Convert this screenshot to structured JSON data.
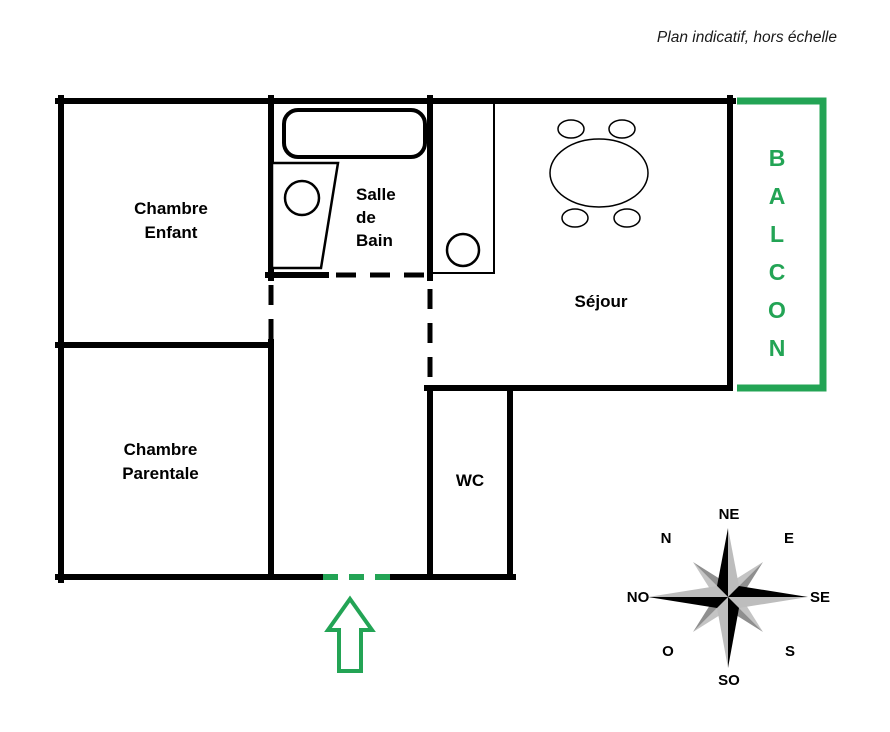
{
  "title": "Plan indicatif, hors échelle",
  "colors": {
    "accent_green": "#23a455",
    "wall_black": "#000000",
    "compass_gray_light": "#c4c4c4",
    "compass_gray_dark": "#8f8f8f"
  },
  "rooms": {
    "chambre_enfant": {
      "line1": "Chambre",
      "line2": "Enfant"
    },
    "salle_de_bain": {
      "line1": "Salle",
      "line2": "de",
      "line3": "Bain"
    },
    "sejour": {
      "label": "Séjour"
    },
    "chambre_parentale": {
      "line1": "Chambre",
      "line2": "Parentale"
    },
    "wc": {
      "label": "WC"
    },
    "balcon": {
      "letters": [
        "B",
        "A",
        "L",
        "C",
        "O",
        "N"
      ]
    }
  },
  "compass": {
    "ne": "NE",
    "n": "N",
    "e": "E",
    "no": "NO",
    "se": "SE",
    "o": "O",
    "s": "S",
    "so": "SO"
  }
}
